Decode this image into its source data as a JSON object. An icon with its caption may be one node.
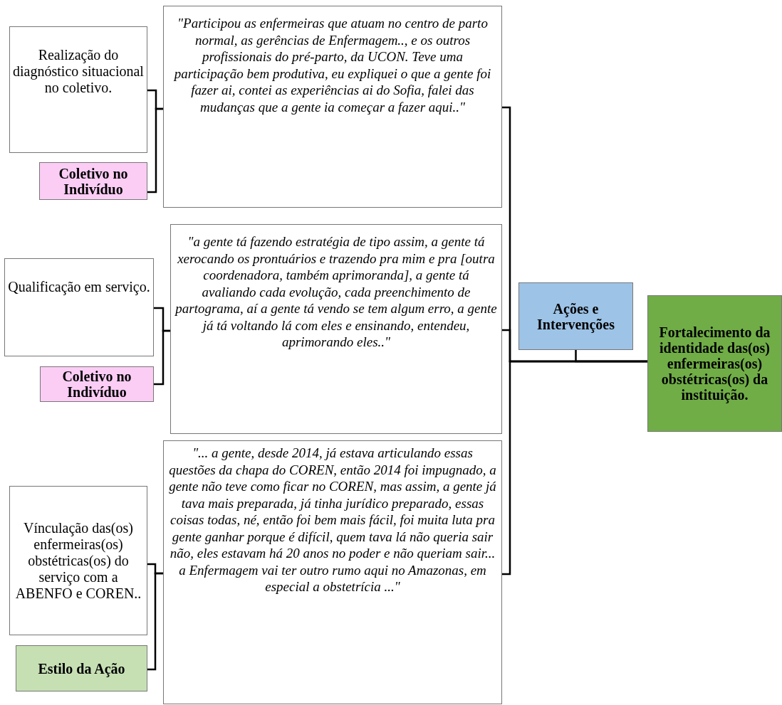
{
  "diagram": {
    "nodes": [
      {
        "text": [
          "Realização do diagnóstico situacional no coletivo."
        ]
      },
      {
        "text": [
          "Coletivo no Indivíduo"
        ]
      },
      {
        "text": [
          "\"Participou as enfermeiras que atuam no centro de parto normal, as gerências de Enfermagem.., e os outros profissionais do pré-parto, da UCON. Teve uma participação bem produtiva, eu expliquei o que a gente foi fazer ai, contei as experiências ai do Sofia, falei das mudanças que a gente ia começar a fazer aqui..\""
        ]
      },
      {
        "text": [
          "Qualificação em serviço."
        ]
      },
      {
        "text": [
          "Coletivo no Indivíduo"
        ]
      },
      {
        "text": [
          "\"a gente tá fazendo estratégia de tipo assim, a gente tá xerocando os prontuários e trazendo pra mim e pra [outra coordenadora, também aprimoranda], a gente tá avaliando cada evolução, cada preenchimento de partograma, aí a gente tá vendo se tem algum erro, a gente já tá voltando lá com eles e ensinando, entendeu, aprimorando eles..\""
        ]
      },
      {
        "text": [
          "Vínculação das(os) enfermeiras(os) obstétricas(os) do serviço com a ABENFO e COREN.."
        ]
      },
      {
        "text": [
          "Estilo da Ação"
        ]
      },
      {
        "text": [
          "\"... a gente, desde 2014, já estava articulando essas questões da chapa do COREN, então 2014 foi impugnado, a gente não teve como ficar no COREN, mas assim, a gente já tava mais preparada, já tinha jurídico preparado, essas coisas todas, né, então foi bem mais fácil, foi muita luta pra gente ganhar porque é difícil, quem tava lá não queria sair não, eles estavam há 20 anos no poder e não queriam sair... a Enfermagem vai ter outro rumo aqui no Amazonas, em especial a obstetrícia ...\""
        ]
      },
      {
        "text": [
          "Ações e Intervenções"
        ]
      },
      {
        "text": [
          "Fortalecimento da identidade das(os) enfermeiras(os) obstétricas(os) da instituição."
        ]
      }
    ],
    "edges": [
      {
        "from": 0,
        "to": 2,
        "arrow": "none"
      },
      {
        "from": 1,
        "to": 2,
        "arrow": "none"
      },
      {
        "from": 3,
        "to": 5,
        "arrow": "none"
      },
      {
        "from": 4,
        "to": 5,
        "arrow": "none"
      },
      {
        "from": 6,
        "to": 8,
        "arrow": "none"
      },
      {
        "from": 7,
        "to": 8,
        "arrow": "none"
      },
      {
        "from": 2,
        "to": 10,
        "arrow": "none"
      },
      {
        "from": 5,
        "to": 10,
        "arrow": "none"
      },
      {
        "from": 8,
        "to": 10,
        "arrow": "none"
      },
      {
        "from": 9,
        "to": 10,
        "arrow": "none"
      }
    ]
  }
}
